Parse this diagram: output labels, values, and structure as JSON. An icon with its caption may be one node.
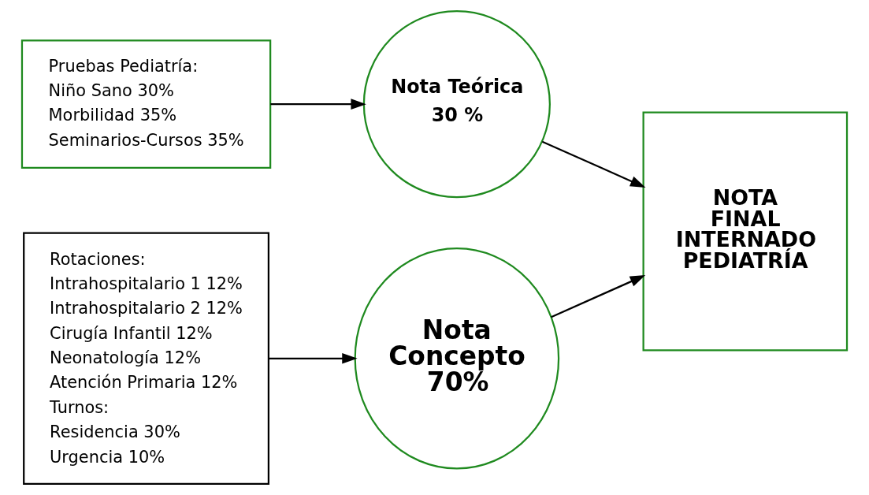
{
  "diagram": {
    "nodes": [
      {
        "text": [
          "Pruebas Pediatría:",
          "Niño Sano 30%",
          "Morbilidad 35%",
          "Seminarios-Cursos 35%"
        ]
      },
      {
        "text": [
          "Rotaciones:",
          "Intrahospitalario 1 12%",
          "Intrahospitalario 2 12%",
          "Cirugía Infantil 12%",
          "Neonatología 12%",
          "Atención Primaria 12%",
          "Turnos:",
          "Residencia 30%",
          "Urgencia 10%"
        ]
      },
      {
        "text": [
          "Nota Teórica",
          "30 %"
        ]
      },
      {
        "text": [
          "Nota Concepto 70%"
        ]
      },
      {
        "text": [
          "NOTA FINAL INTERNADO PEDIATRÍA"
        ]
      }
    ],
    "edges": [
      {
        "from": 0,
        "to": 2,
        "arrow": "to"
      },
      {
        "from": 1,
        "to": 3,
        "arrow": "to"
      },
      {
        "from": 2,
        "to": 4,
        "arrow": "to"
      },
      {
        "from": 3,
        "to": 4,
        "arrow": "to"
      }
    ]
  }
}
